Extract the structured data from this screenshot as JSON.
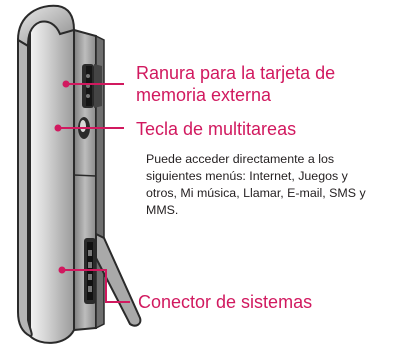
{
  "callouts": {
    "memory_slot": {
      "lines": [
        "Ranura para la tarjeta de",
        "memoria externa"
      ]
    },
    "multitask_key": {
      "title": "Tecla de multitareas",
      "description_lines": [
        "Puede acceder directamente a los",
        "siguientes menús: Internet, Juegos y",
        "otros, Mi música, Llamar, E-mail, SMS y",
        "MMS."
      ]
    },
    "system_connector": {
      "title": "Conector de sistemas"
    }
  },
  "colors": {
    "accent": "#d1195f",
    "body_text": "#231f20",
    "phone_dark": "#2b2b2b",
    "phone_gray": "#8f8f8f",
    "phone_light": "#c9c9c9"
  }
}
